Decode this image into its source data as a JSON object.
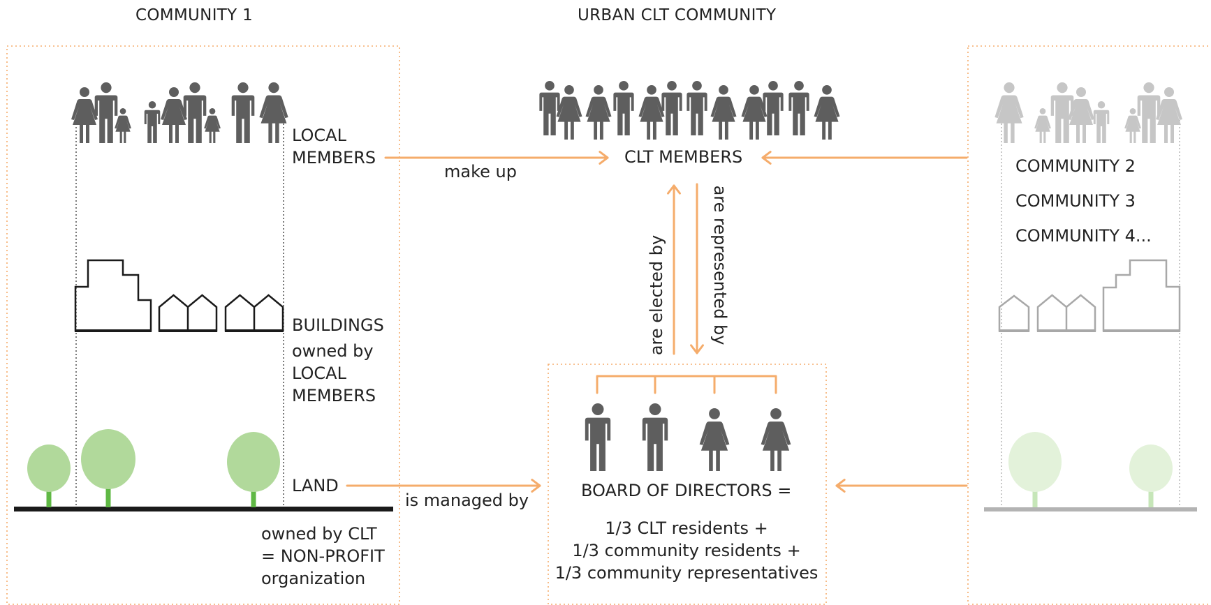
{
  "colors": {
    "orange": "#f5ac6b",
    "person": "#5e5e5e",
    "person_faded": "#c6c6c6",
    "building": "#1a1a1a",
    "building_faded": "#a8a8a8",
    "tree": "#b1d99b",
    "tree_faded": "#e3f2da",
    "trunk": "#5fb844",
    "trunk_faded": "#c6e6b8",
    "ground": "#1a1a1a",
    "ground_faded": "#b3b3b3"
  },
  "titles": {
    "community1": "COMMUNITY 1",
    "urban": "URBAN CLT COMMUNITY"
  },
  "community1": {
    "local_members": [
      "LOCAL",
      "MEMBERS"
    ],
    "buildings": [
      "BUILDINGS",
      "owned by",
      "LOCAL",
      "MEMBERS"
    ],
    "land": "LAND",
    "owned_by": [
      "owned by CLT",
      "= NON-PROFIT",
      "organization"
    ]
  },
  "arrows": {
    "make_up": "make up",
    "is_managed_by": "is managed by",
    "are_elected_by": "are elected by",
    "are_represented_by": "are represented by"
  },
  "urban": {
    "clt_members": "CLT MEMBERS",
    "board": "BOARD OF DIRECTORS =",
    "composition": [
      "1/3 CLT residents +",
      "1/3 community residents +",
      "1/3 community representatives"
    ]
  },
  "other_communities": [
    "COMMUNITY 2",
    "COMMUNITY 3",
    "COMMUNITY 4..."
  ]
}
